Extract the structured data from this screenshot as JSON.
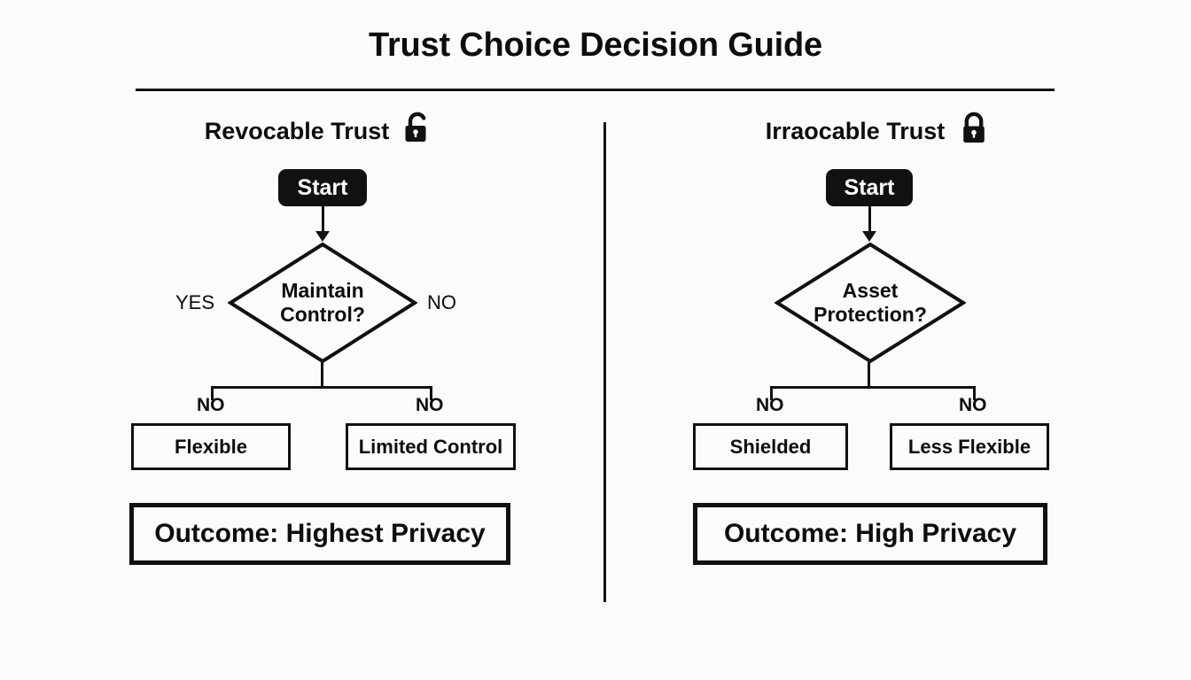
{
  "page": {
    "title": "Trust Choice Decision Guide",
    "background_color": "#fbfbfa",
    "ink_color": "#111111"
  },
  "columns": [
    {
      "id": "revocable",
      "header": "Revocable Trust",
      "icon": "unlocked-padlock-icon",
      "start_label": "Start",
      "decision": {
        "line1": "Maintain",
        "line2": "Control?",
        "side_label_left": "YES",
        "side_label_right": "NO"
      },
      "branches": [
        {
          "edge_label": "NO",
          "result": "Flexible"
        },
        {
          "edge_label": "NO",
          "result": "Limited Control"
        }
      ],
      "outcome": "Outcome: Highest Privacy"
    },
    {
      "id": "irrevocable",
      "header": "Irraocable Trust",
      "icon": "locked-padlock-icon",
      "start_label": "Start",
      "decision": {
        "line1": "Asset",
        "line2": "Protection?",
        "side_label_left": "",
        "side_label_right": ""
      },
      "branches": [
        {
          "edge_label": "NO",
          "result": "Shielded"
        },
        {
          "edge_label": "NO",
          "result": "Less Flexible"
        }
      ],
      "outcome": "Outcome: High Privacy"
    }
  ]
}
